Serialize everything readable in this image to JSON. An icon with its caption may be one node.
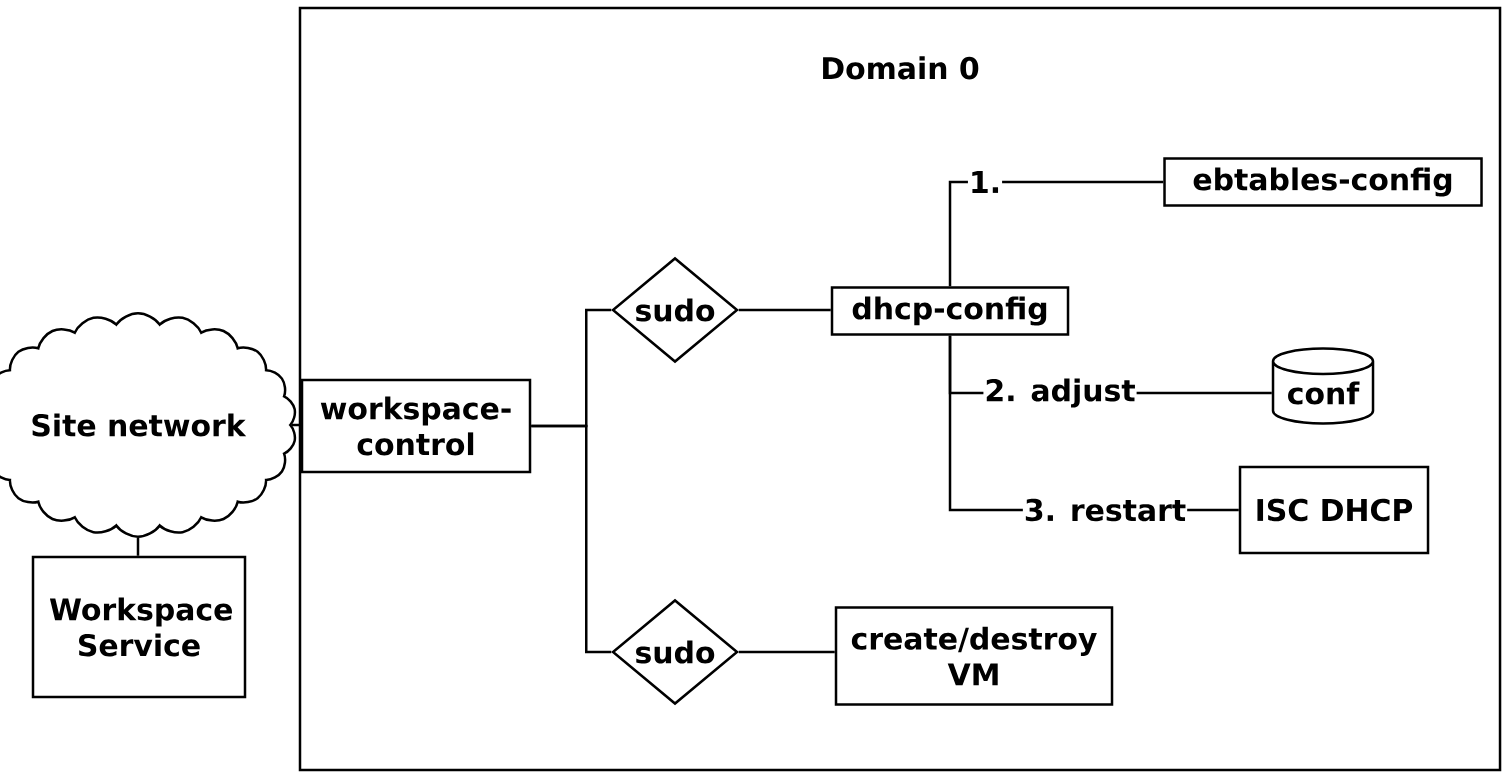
{
  "diagram": {
    "nodes": [
      {
        "text": [
          "Domain 0"
        ]
      },
      {
        "text": [
          "Site network"
        ]
      },
      {
        "text": [
          "Workspace Service"
        ]
      },
      {
        "text": [
          "workspace- control"
        ],
        "in": 0
      },
      {
        "text": [
          "sudo"
        ],
        "in": 0
      },
      {
        "text": [
          "dhcp-config"
        ],
        "in": 0
      },
      {
        "text": [
          "ebtables-config"
        ],
        "in": 0
      },
      {
        "text": [
          "conf"
        ],
        "in": 0
      },
      {
        "text": [
          "ISC DHCP"
        ],
        "in": 0
      },
      {
        "text": [
          "sudo"
        ],
        "in": 0
      },
      {
        "text": [
          "create/destroy VM"
        ],
        "in": 0
      }
    ],
    "edges": [
      {
        "from": 1,
        "to": 3,
        "arrow": "none"
      },
      {
        "from": 1,
        "to": 2,
        "arrow": "none"
      },
      {
        "from": 3,
        "to": 4,
        "arrow": "none"
      },
      {
        "from": 3,
        "to": 9,
        "arrow": "none"
      },
      {
        "from": 4,
        "to": 5,
        "arrow": "none"
      },
      {
        "from": 9,
        "to": 10,
        "arrow": "none"
      },
      {
        "from": 5,
        "to": 6,
        "arrow": "none",
        "label": "1."
      },
      {
        "from": 5,
        "to": 7,
        "arrow": "none",
        "label": "2. adjust"
      },
      {
        "from": 5,
        "to": 8,
        "arrow": "none",
        "label": "3. restart"
      }
    ]
  }
}
